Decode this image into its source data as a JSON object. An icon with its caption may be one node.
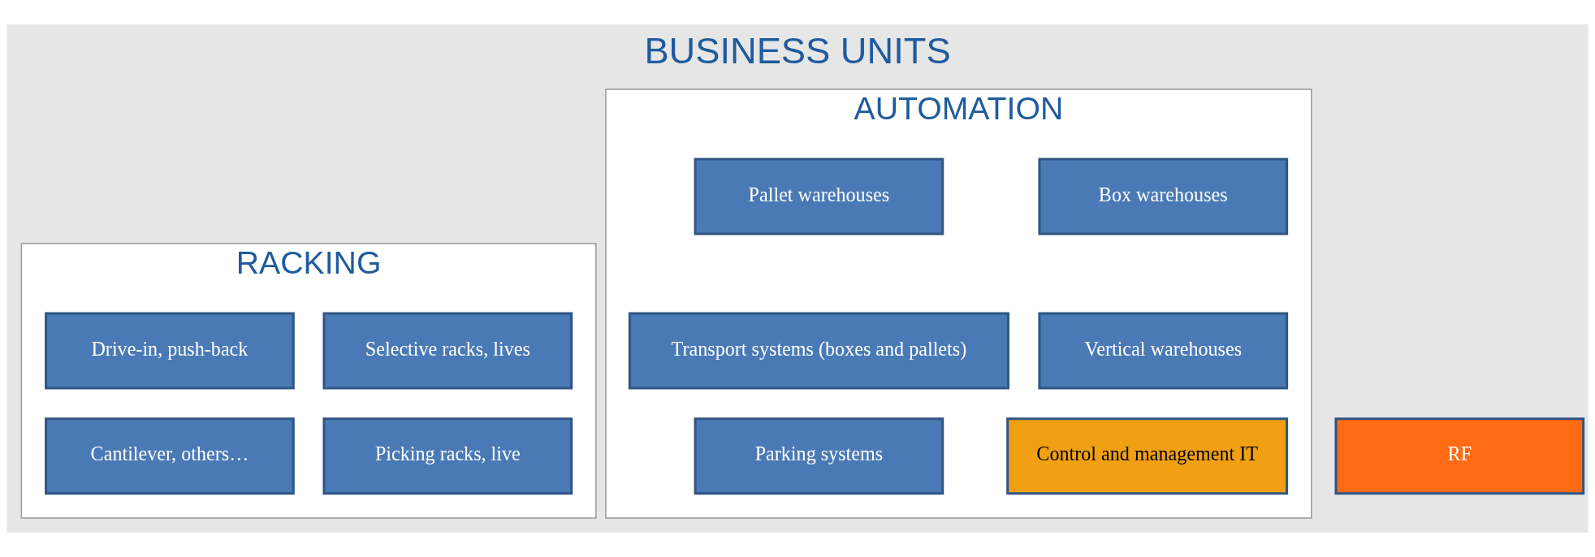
{
  "diagram": {
    "title": "BUSINESS UNITS",
    "nodes": [
      {
        "text": [
          "RACKING"
        ]
      },
      {
        "text": [
          "Selective racks, lives"
        ],
        "in": 0
      },
      {
        "text": [
          "Drive-in, push-back"
        ],
        "in": 0
      },
      {
        "text": [
          "Picking racks, live"
        ],
        "in": 0
      },
      {
        "text": [
          "Cantilever, others…"
        ],
        "in": 0
      },
      {
        "text": [
          "AUTOMATION"
        ]
      },
      {
        "text": [
          "Box warehouses"
        ],
        "in": 5
      },
      {
        "text": [
          "Pallet warehouses"
        ],
        "in": 5
      },
      {
        "text": [
          "Vertical warehouses"
        ],
        "in": 5
      },
      {
        "text": [
          "Transport systems (boxes and pallets)"
        ],
        "in": 5
      },
      {
        "text": [
          "Control and management IT"
        ],
        "in": 5
      },
      {
        "text": [
          "Parking systems"
        ],
        "in": 5
      },
      {
        "text": [
          "RF"
        ]
      }
    ],
    "edges": []
  }
}
